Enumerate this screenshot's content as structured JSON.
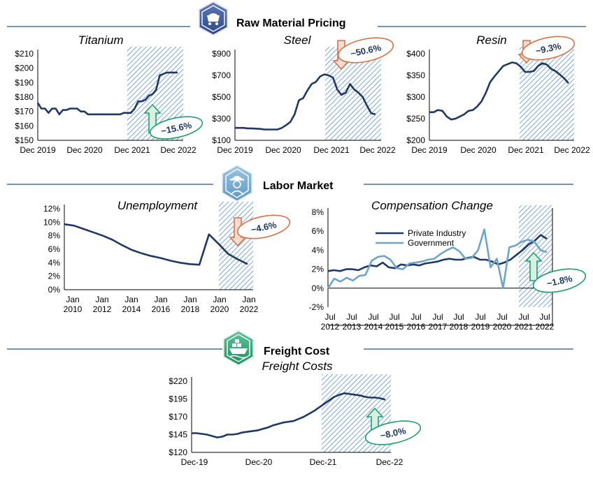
{
  "sections": {
    "raw": {
      "title": "Raw Material Pricing"
    },
    "labor": {
      "title": "Labor Market"
    },
    "freight": {
      "title": "Freight Cost"
    }
  },
  "colors": {
    "dark_navy": "#1f3864",
    "light_blue": "#6ea4c8",
    "hatch_blue": "#5b8fd0",
    "up_green": "#1e9e6a",
    "down_orange": "#d4724a",
    "rule": "#2f4f7a"
  },
  "icons": {
    "raw": "mine-cart-icon",
    "labor": "worker-icon",
    "freight": "cargo-ship-icon"
  },
  "chart_data": [
    {
      "id": "titanium",
      "type": "line",
      "title": "Titanium",
      "y_ticks": [
        "$150",
        "$160",
        "$170",
        "$180",
        "$190",
        "$200",
        "$210"
      ],
      "x_ticks": [
        "Dec 2019",
        "Dec 2020",
        "Dec 2021",
        "Dec 2022"
      ],
      "ylim": [
        150,
        210
      ],
      "series": [
        {
          "values": [
            176,
            172,
            172,
            169,
            172,
            172,
            168,
            171,
            171,
            172,
            172,
            172,
            170,
            170,
            168,
            168,
            168,
            168,
            168,
            168,
            168,
            168,
            168,
            168,
            169,
            169,
            169,
            172,
            177,
            177,
            178,
            181,
            182,
            185,
            195,
            196,
            197,
            197,
            197,
            197
          ]
        }
      ],
      "annotation": {
        "text": "~15.6%",
        "direction": "up"
      }
    },
    {
      "id": "steel",
      "type": "line",
      "title": "Steel",
      "y_ticks": [
        "$100",
        "$300",
        "$500",
        "$700",
        "$900"
      ],
      "x_ticks": [
        "Dec 2019",
        "Dec 2020",
        "Dec 2021",
        "Dec 2022"
      ],
      "ylim": [
        100,
        900
      ],
      "series": [
        {
          "values": [
            215,
            215,
            215,
            210,
            210,
            208,
            205,
            200,
            200,
            200,
            200,
            215,
            240,
            270,
            340,
            470,
            490,
            560,
            620,
            640,
            690,
            710,
            700,
            680,
            570,
            520,
            540,
            620,
            570,
            540,
            500,
            420,
            350,
            340
          ]
        }
      ],
      "annotation": {
        "text": "~50.6%",
        "direction": "down"
      }
    },
    {
      "id": "resin",
      "type": "line",
      "title": "Resin",
      "y_ticks": [
        "$200",
        "$250",
        "$300",
        "$350",
        "$400"
      ],
      "x_ticks": [
        "Dec 2019",
        "Dec 2020",
        "Dec 2021",
        "Dec 2022"
      ],
      "ylim": [
        200,
        400
      ],
      "series": [
        {
          "values": [
            265,
            265,
            270,
            268,
            255,
            248,
            250,
            255,
            260,
            268,
            270,
            278,
            290,
            310,
            335,
            348,
            360,
            372,
            376,
            380,
            378,
            370,
            358,
            358,
            360,
            372,
            378,
            375,
            365,
            360,
            352,
            343,
            332
          ]
        }
      ],
      "annotation": {
        "text": "~9.3%",
        "direction": "down"
      }
    },
    {
      "id": "unemployment",
      "type": "line",
      "title": "Unemployment",
      "y_ticks": [
        "0%",
        "2%",
        "4%",
        "6%",
        "8%",
        "10%",
        "12%"
      ],
      "x_ticks": [
        "Jan\n2010",
        "Jan\n2012",
        "Jan\n2014",
        "Jan\n2016",
        "Jan\n2018",
        "Jan\n2020",
        "Jan\n2022"
      ],
      "ylim": [
        0,
        12
      ],
      "series": [
        {
          "values": [
            9.7,
            9.5,
            9.0,
            8.5,
            8.0,
            7.4,
            6.6,
            5.9,
            5.4,
            5.0,
            4.7,
            4.3,
            4.0,
            3.8,
            3.7,
            8.2,
            6.8,
            5.3,
            4.5,
            3.8
          ]
        }
      ],
      "annotation": {
        "text": "~4.6%",
        "direction": "down"
      }
    },
    {
      "id": "compensation",
      "type": "line",
      "title": "Compensation Change",
      "y_ticks": [
        "-2%",
        "0%",
        "2%",
        "4%",
        "6%",
        "8%"
      ],
      "x_ticks": [
        "Jul\n2012",
        "Jul\n2013",
        "Jul\n2014",
        "Jul\n2015",
        "Jul\n2016",
        "Jul\n2017",
        "Jul\n2018",
        "Jul\n2019",
        "Jul\n2020",
        "Jul\n2021",
        "Jul\n2022"
      ],
      "ylim": [
        -2,
        8
      ],
      "series": [
        {
          "name": "Private Industry",
          "values": [
            1.8,
            1.9,
            1.8,
            2.0,
            2.0,
            1.9,
            2.2,
            2.4,
            2.3,
            2.7,
            2.2,
            2.1,
            2.5,
            2.4,
            2.5,
            2.4,
            2.6,
            2.7,
            2.8,
            3.0,
            3.1,
            3.0,
            3.0,
            3.2,
            3.3,
            3.0,
            3.0,
            2.8,
            2.5,
            2.7,
            3.0,
            3.5,
            4.0,
            4.6,
            5.0,
            5.6,
            5.2
          ]
        },
        {
          "name": "Government",
          "values": [
            0.0,
            1.0,
            0.7,
            1.1,
            0.8,
            1.3,
            1.4,
            2.9,
            3.3,
            3.4,
            3.0,
            2.1,
            2.0,
            2.6,
            2.7,
            2.8,
            3.0,
            3.1,
            3.6,
            4.0,
            4.3,
            3.9,
            3.1,
            3.2,
            4.0,
            6.2,
            2.2,
            3.1,
            0.0,
            4.3,
            4.5,
            4.9,
            5.1,
            4.9,
            4.0,
            3.8
          ]
        }
      ],
      "legend": "top-left",
      "annotation": {
        "text": "~1.8%",
        "direction": "up"
      }
    },
    {
      "id": "freight",
      "type": "line",
      "title": "Freight Costs",
      "y_ticks": [
        "$120",
        "$145",
        "$170",
        "$195",
        "$220"
      ],
      "x_ticks": [
        "Dec-19",
        "Dec-20",
        "Dec-21",
        "Dec-22"
      ],
      "ylim": [
        120,
        220
      ],
      "series": [
        {
          "values": [
            147,
            147,
            146,
            145,
            143,
            141,
            142,
            145,
            145,
            146,
            148,
            149,
            150,
            151,
            153,
            155,
            158,
            160,
            162,
            163,
            164,
            167,
            170,
            174,
            178,
            183,
            188,
            193,
            198,
            201,
            203,
            202,
            201,
            200,
            198,
            197,
            197,
            196,
            194
          ]
        }
      ],
      "annotation": {
        "text": "~8.0%",
        "direction": "up"
      }
    }
  ]
}
